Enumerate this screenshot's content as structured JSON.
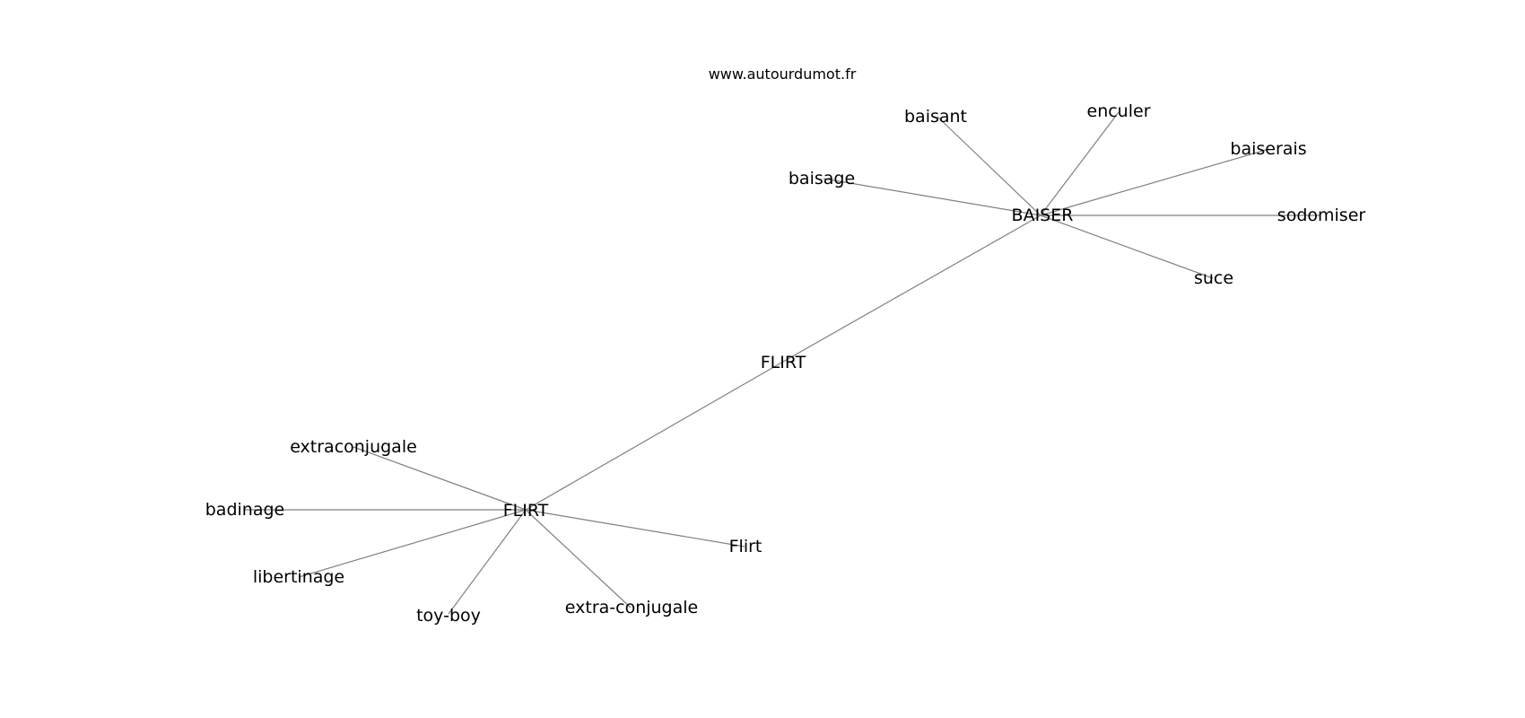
{
  "watermark": "www.autourdumot.fr",
  "nodes": {
    "flirt_center": "FLIRT",
    "baiser_hub": "BAISER",
    "flirt_hub": "FLIRT",
    "baisant": "baisant",
    "enculer": "enculer",
    "baiserais": "baiserais",
    "baisage": "baisage",
    "sodomiser": "sodomiser",
    "suce": "suce",
    "extraconjugale": "extraconjugale",
    "badinage": "badinage",
    "libertinage": "libertinage",
    "toy_boy": "toy-boy",
    "extra_conjugale": "extra-conjugale",
    "flirt_lower": "Flirt"
  },
  "edges": [
    [
      "flirt_center",
      "baiser_hub"
    ],
    [
      "flirt_center",
      "flirt_hub"
    ],
    [
      "baiser_hub",
      "baisant"
    ],
    [
      "baiser_hub",
      "enculer"
    ],
    [
      "baiser_hub",
      "baiserais"
    ],
    [
      "baiser_hub",
      "baisage"
    ],
    [
      "baiser_hub",
      "sodomiser"
    ],
    [
      "baiser_hub",
      "suce"
    ],
    [
      "flirt_hub",
      "extraconjugale"
    ],
    [
      "flirt_hub",
      "badinage"
    ],
    [
      "flirt_hub",
      "libertinage"
    ],
    [
      "flirt_hub",
      "toy_boy"
    ],
    [
      "flirt_hub",
      "extra_conjugale"
    ],
    [
      "flirt_hub",
      "flirt_lower"
    ]
  ]
}
